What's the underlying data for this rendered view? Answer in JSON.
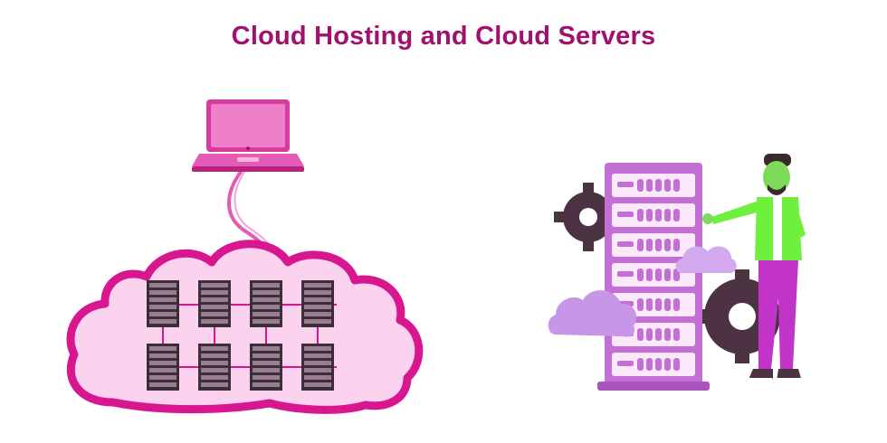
{
  "title": "Cloud Hosting and Cloud Servers",
  "colors": {
    "title": "#a0106e",
    "cloud_fill": "#fbd3ef",
    "cloud_outline": "#d8168f",
    "laptop": "#e45bb5",
    "rack_frame": "#c46fd5",
    "rack_slot": "#fbe9fb",
    "rack_led": "#c46fd5",
    "gear": "#4d3244",
    "soft_cloud": "#c796e8",
    "shirt": "#6ef03d",
    "pants": "#c234c8",
    "skin": "#7edb59"
  },
  "icons": {
    "laptop": "laptop-icon",
    "cloud": "cloud-icon",
    "server": "server-rack-icon",
    "gear": "gear-icon",
    "person": "person-icon"
  },
  "cloud_server_grid": {
    "rows": 2,
    "columns": 4
  },
  "rack_units": 7
}
